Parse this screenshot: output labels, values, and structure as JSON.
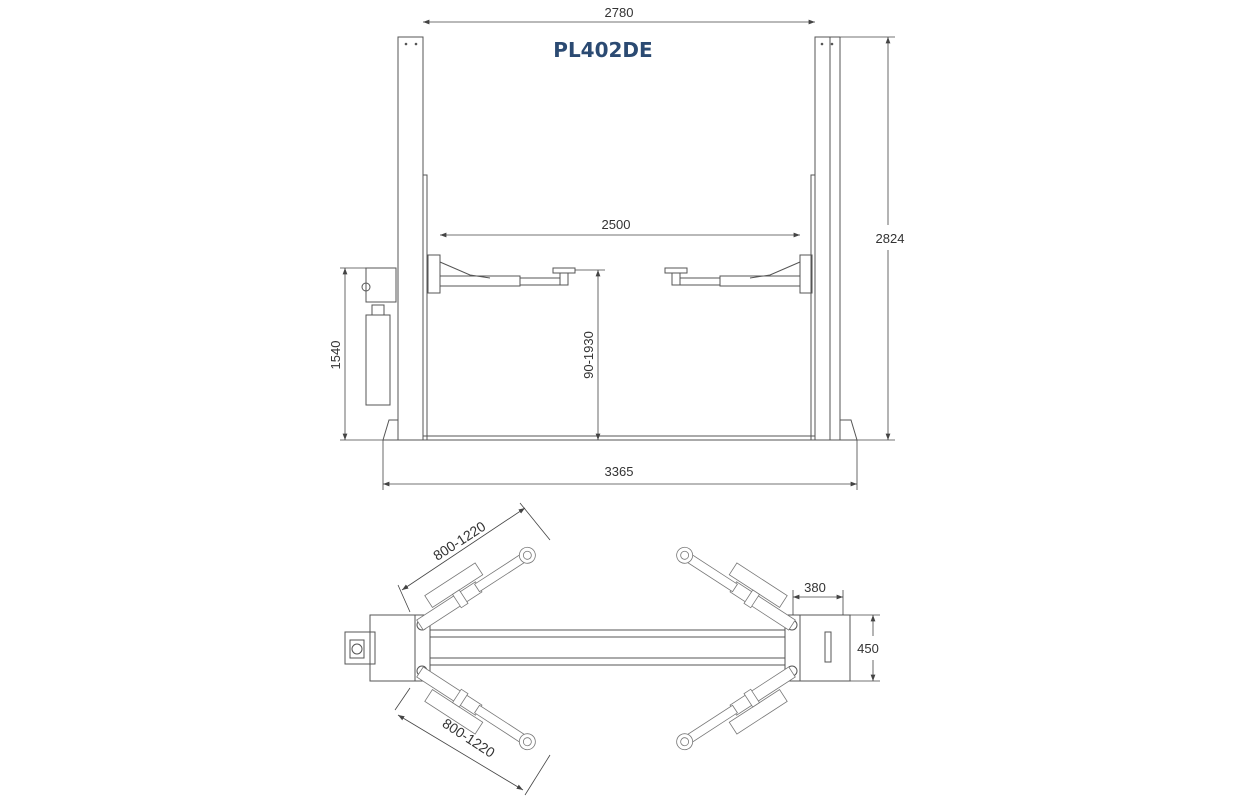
{
  "title": "PL402DE",
  "colors": {
    "title": "#2b4a72",
    "line": "#555555"
  },
  "front_view": {
    "dim_column_span": "2780",
    "dim_arm_span": "2500",
    "dim_total_height": "2824",
    "dim_lift_height": "90-1930",
    "dim_power_unit_height": "1540",
    "dim_base_width": "3365"
  },
  "top_view": {
    "dim_arm_upper": "800-1220",
    "dim_arm_lower": "800-1220",
    "dim_base_depth": "380",
    "dim_base_width": "450"
  }
}
